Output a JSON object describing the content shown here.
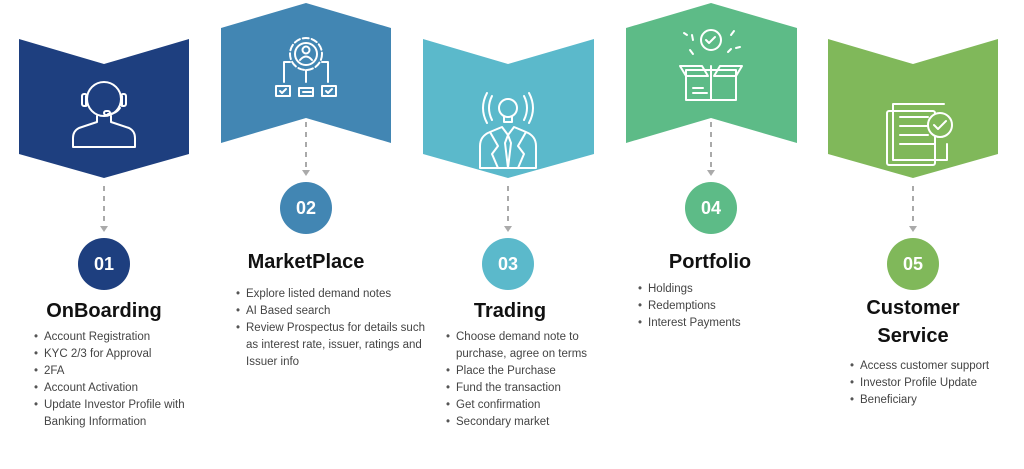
{
  "colors": {
    "step1": "#1e3f7f",
    "step2": "#4286b3",
    "step3": "#5bb9cb",
    "step4": "#5dbb87",
    "step5": "#80b85a",
    "connector": "#aaaaaa"
  },
  "steps": [
    {
      "number": "01",
      "icon": "headset-agent-icon",
      "title": "OnBoarding",
      "items": [
        "Account Registration",
        "KYC 2/3 for Approval",
        "2FA",
        "Account Activation",
        "Update Investor Profile with Banking Information"
      ]
    },
    {
      "number": "02",
      "icon": "gear-user-checklist-icon",
      "title": "MarketPlace",
      "items": [
        "Explore listed demand notes",
        "AI Based search",
        "Review Prospectus for details such as interest rate, issuer, ratings and Issuer info"
      ]
    },
    {
      "number": "03",
      "icon": "lightbulb-businessman-icon",
      "title": "Trading",
      "items": [
        "Choose demand note to purchase, agree on terms",
        "Place the Purchase",
        "Fund the transaction",
        "Get confirmation",
        "Secondary market"
      ]
    },
    {
      "number": "04",
      "icon": "open-box-check-icon",
      "title": "Portfolio",
      "items": [
        "Holdings",
        "Redemptions",
        "Interest Payments"
      ]
    },
    {
      "number": "05",
      "icon": "documents-check-icon",
      "title": "Customer Service",
      "items": [
        "Access customer support",
        "Investor Profile Update",
        "Beneficiary"
      ]
    }
  ]
}
